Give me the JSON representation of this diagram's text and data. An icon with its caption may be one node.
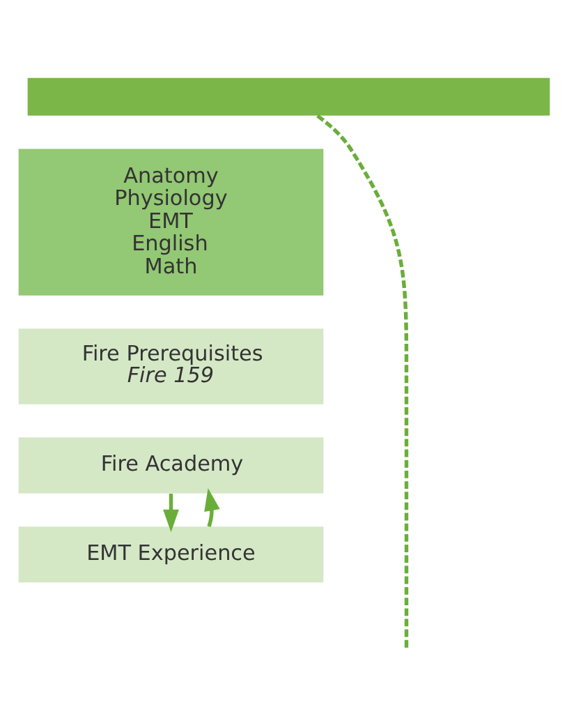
{
  "diagram": {
    "nodes": [
      {
        "text": [],
        "shape": "box"
      },
      {
        "text": [
          "Anatomy",
          "Physiology",
          "EMT",
          "English",
          "Math"
        ]
      },
      {
        "text": [
          "Fire Prerequisites",
          "Fire 159"
        ]
      },
      {
        "text": [
          "Fire Academy"
        ]
      },
      {
        "text": [
          "EMT Experience"
        ]
      }
    ],
    "edges": [
      {
        "from": 0,
        "to": null,
        "arrow": "none",
        "style": "dashed"
      },
      {
        "from": 3,
        "to": 4,
        "arrow": "to"
      },
      {
        "from": 4,
        "to": 3,
        "arrow": "to"
      }
    ]
  }
}
